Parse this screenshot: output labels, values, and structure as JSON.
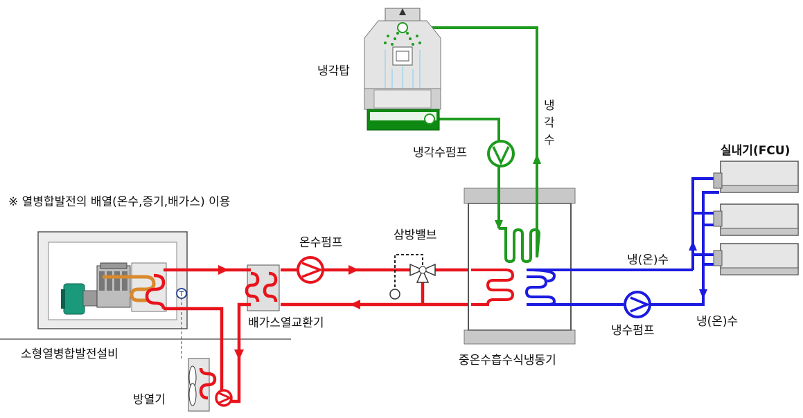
{
  "labels": {
    "note": "※ 열병합발전의 배열(온수,증기,배가스) 이용",
    "cooling_tower": "냉각탑",
    "cooling_water_v": [
      "냉",
      "각",
      "수"
    ],
    "cooling_water_pump": "냉각수펌프",
    "indoor_unit": "실내기(FCU)",
    "hot_water_pump": "온수펌프",
    "three_way_valve": "삼방밸브",
    "exhaust_hx": "배가스열교환기",
    "chiller": "중온수흡수식냉동기",
    "chp_equipment": "소형열병합발전설비",
    "radiator": "방열기",
    "cold_hot_water_supply": "냉(온)수",
    "cold_hot_water_return": "냉(온)수",
    "chilled_water_pump": "냉수펌프",
    "temp_sensor": "T"
  },
  "colors": {
    "hot_water": "#e8141c",
    "cooling_water": "#1e9a1e",
    "chilled_water": "#1a1ae0",
    "engine_coil": "#d9892e",
    "equipment_gray": "#d9d9d9",
    "motor_green": "#1a9a7a"
  }
}
